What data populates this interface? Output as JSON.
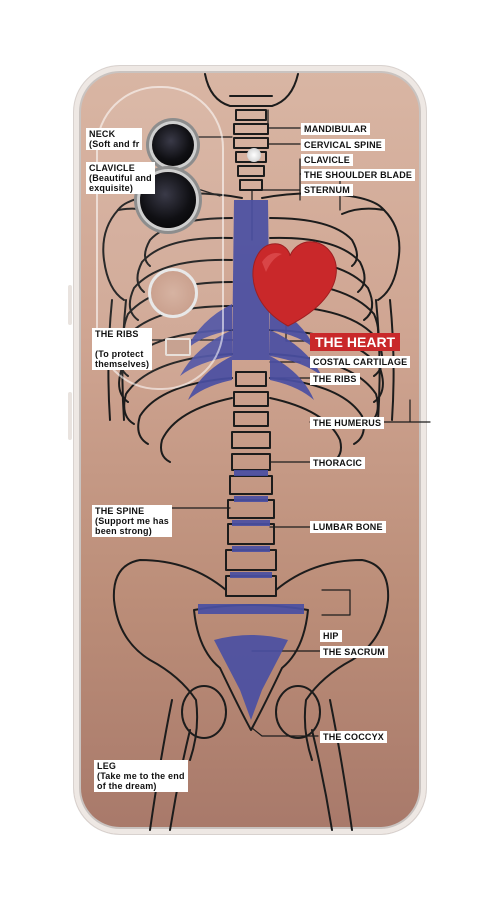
{
  "colors": {
    "bone_outline": "#1c1c1c",
    "cartilage": "#4a4fa3",
    "heart": "#c9282a",
    "case_rose": "#cfa592",
    "label_bg": "#ffffff"
  },
  "labels": {
    "neck": "NECK\n(Soft and fr",
    "clavicle_left": "CLAVICLE\n(Beautiful and\nexquisite)",
    "ribs_left": "THE RIBS\n\n(To protect\nthemselves)",
    "spine": "THE SPINE\n(Support me has\nbeen strong)",
    "leg": "LEG\n(Take me to the end\nof the dream)",
    "mandibular": "MANDIBULAR",
    "cervical_spine": "CERVICAL SPINE",
    "clavicle_right": "CLAVICLE",
    "shoulder_blade": "THE SHOULDER BLADE",
    "sternum": "STERNUM",
    "heart": "THE HEART",
    "costal_cartilage": "COSTAL CARTILAGE",
    "ribs_right": "THE RIBS",
    "humerus": "THE HUMERUS",
    "thoracic": "THORACIC",
    "lumbar_bone": "LUMBAR BONE",
    "hip": "HIP",
    "sacrum": "THE SACRUM",
    "coccyx": "THE COCCYX"
  }
}
